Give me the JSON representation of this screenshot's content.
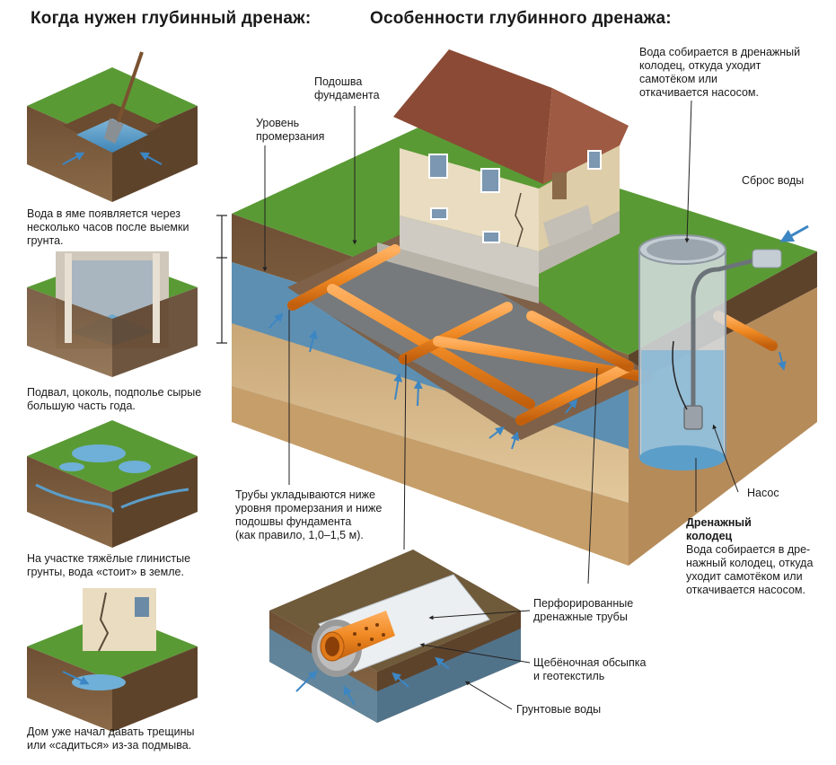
{
  "left_title": "Когда нужен глубинный дренаж:",
  "right_title": "Особенности глубинного дренажа:",
  "cases": [
    {
      "caption_1": "Вода в яме появляется через",
      "caption_2": "несколько часов после выемки",
      "caption_3": "грунта."
    },
    {
      "caption_1": "Подвал, цоколь, подполье сырые",
      "caption_2": "большую часть года."
    },
    {
      "caption_1": "На участке тяжёлые глинистые",
      "caption_2": "грунты, вода «стоит» в земле."
    },
    {
      "caption_1": "Дом уже начал давать трещины",
      "caption_2": "или «садиться» из-за подмыва."
    }
  ],
  "labels": {
    "foundation_sole_1": "Подошва",
    "foundation_sole_2": "фундамента",
    "frost_level_1": "Уровень",
    "frost_level_2": "промерзания",
    "well_top_1": "Вода собирается в дренажный",
    "well_top_2": "колодец, откуда уходит",
    "well_top_3": "самотёком или",
    "well_top_4": "откачивается насосом.",
    "discharge": "Сброс воды",
    "pipes_1": "Трубы укладываются ниже",
    "pipes_2": "уровня промерзания и ниже",
    "pipes_3": "подошвы фундамента",
    "pipes_4": "(как правило, 1,0–1,5 м).",
    "pump": "Насос",
    "well_title_1": "Дренажный",
    "well_title_2": "колодец",
    "well_desc_1": "Вода собирается в дре-",
    "well_desc_2": "нажный колодец, откуда",
    "well_desc_3": "уходит самотёком или",
    "well_desc_4": "откачивается насосом.",
    "perforated_1": "Перфорированные",
    "perforated_2": "дренажные трубы",
    "gravel_1": "Щебёночная обсыпка",
    "gravel_2": "и геотекстиль",
    "groundwater": "Грунтовые воды"
  },
  "colors": {
    "grass": "#5a9a35",
    "soil": "#7a5a3c",
    "clay": "#c9a777",
    "water": "#5b9ec9",
    "pipe": "#f08a24",
    "roof": "#8b4a35",
    "wall": "#e9dcc0"
  }
}
